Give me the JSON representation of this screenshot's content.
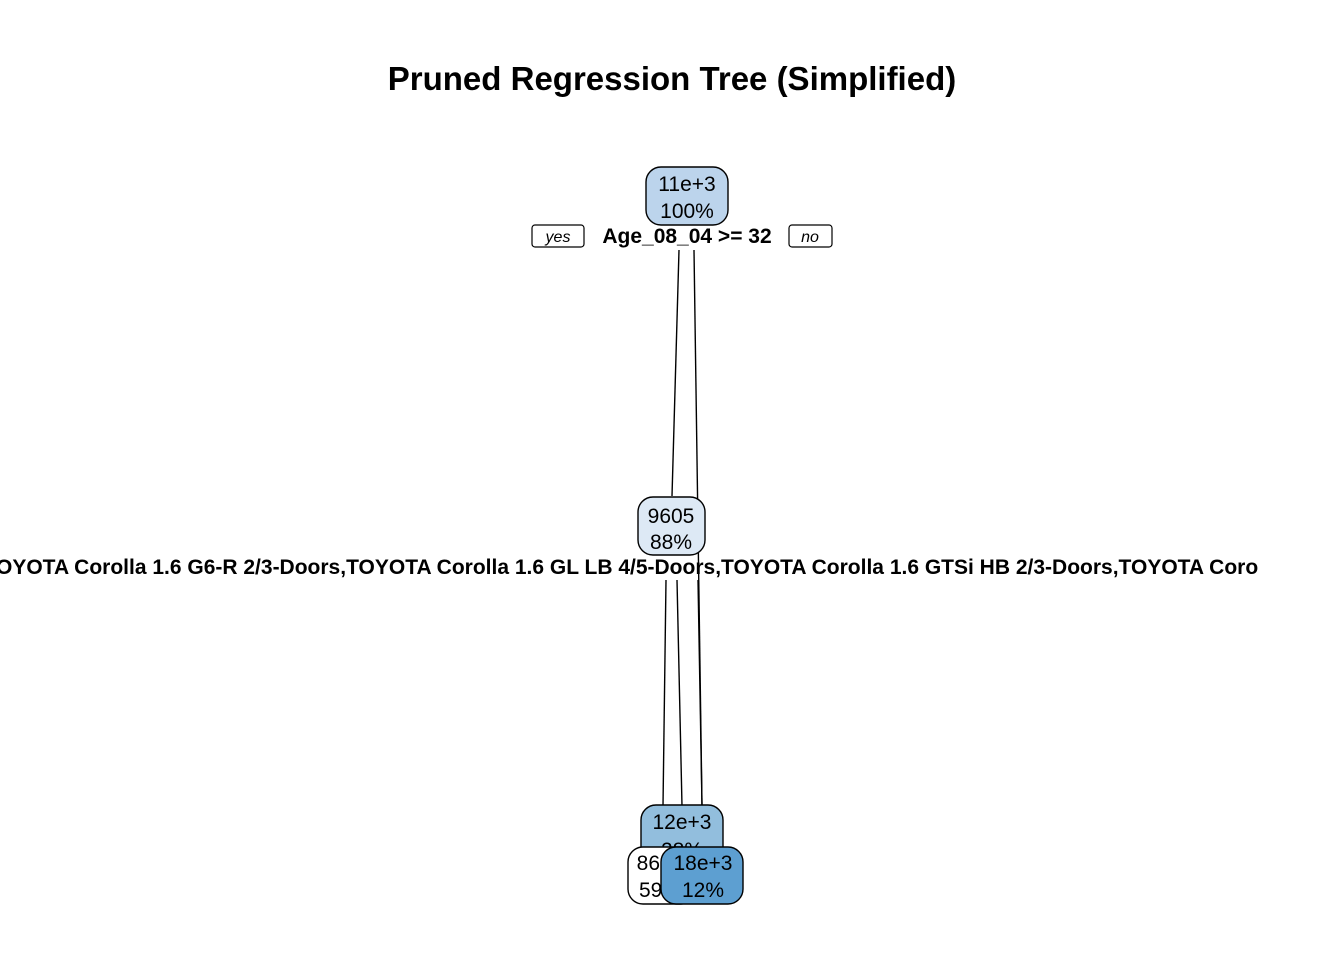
{
  "title": "Pruned Regression Tree (Simplified)",
  "tree": {
    "root": {
      "value_label": "11e+3",
      "percent_label": "100%",
      "fill": "#bcd4ec",
      "split_label": "Age_08_04 >= 32",
      "yes_label": "yes",
      "no_label": "no"
    },
    "node2": {
      "value_label": "9605",
      "percent_label": "88%",
      "fill": "#dde9f5",
      "split_label": "OYOTA Corolla 1.6 G6-R 2/3-Doors,TOYOTA Corolla 1.6 GL LB 4/5-Doors,TOYOTA Corolla 1.6 GTSi HB 2/3-Doors,TOYOTA Coro"
    },
    "node3": {
      "value_label": "12e+3",
      "percent_label": "28%",
      "fill": "#92bedd"
    },
    "leaf_left": {
      "value_label": "8661",
      "percent_label": "59%",
      "fill": "#ffffff"
    },
    "leaf_right": {
      "value_label": "18e+3",
      "percent_label": "12%",
      "fill": "#5d9fd1"
    }
  }
}
